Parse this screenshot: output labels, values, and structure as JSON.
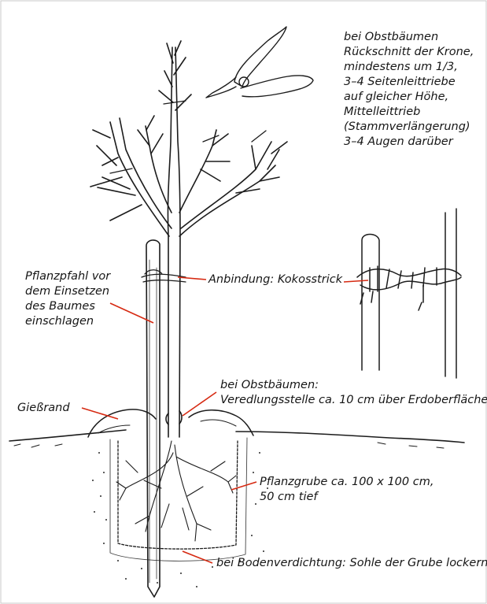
{
  "annotations": {
    "pruning": [
      "bei Obstbäumen",
      "Rückschnitt der Krone,",
      "mindestens um 1/3,",
      "3–4 Seitenleittriebe",
      "auf gleicher Höhe,",
      "Mittelleittrieb",
      "(Stammverlängerung)",
      "3–4 Augen darüber"
    ],
    "stake": [
      "Pflanzpfahl vor",
      "dem Einsetzen",
      "des Baumes",
      "einschlagen"
    ],
    "tie": "Anbindung: Kokosstrick",
    "graft": [
      "bei Obstbäumen:",
      "Veredlungsstelle ca. 10 cm über Erdoberfläche"
    ],
    "watering_rim": "Gießrand",
    "pit": [
      "Pflanzgrube ca. 100 x 100 cm,",
      "50 cm tief"
    ],
    "compaction": "bei Bodenverdichtung: Sohle der Grube lockern!"
  },
  "colors": {
    "leader_lines": "#d62a12",
    "ink": "#1c1c1c",
    "border": "#c9c9c9"
  },
  "icons": [
    "pruning-shears-icon",
    "tree-drawing",
    "rope-tie-detail"
  ]
}
